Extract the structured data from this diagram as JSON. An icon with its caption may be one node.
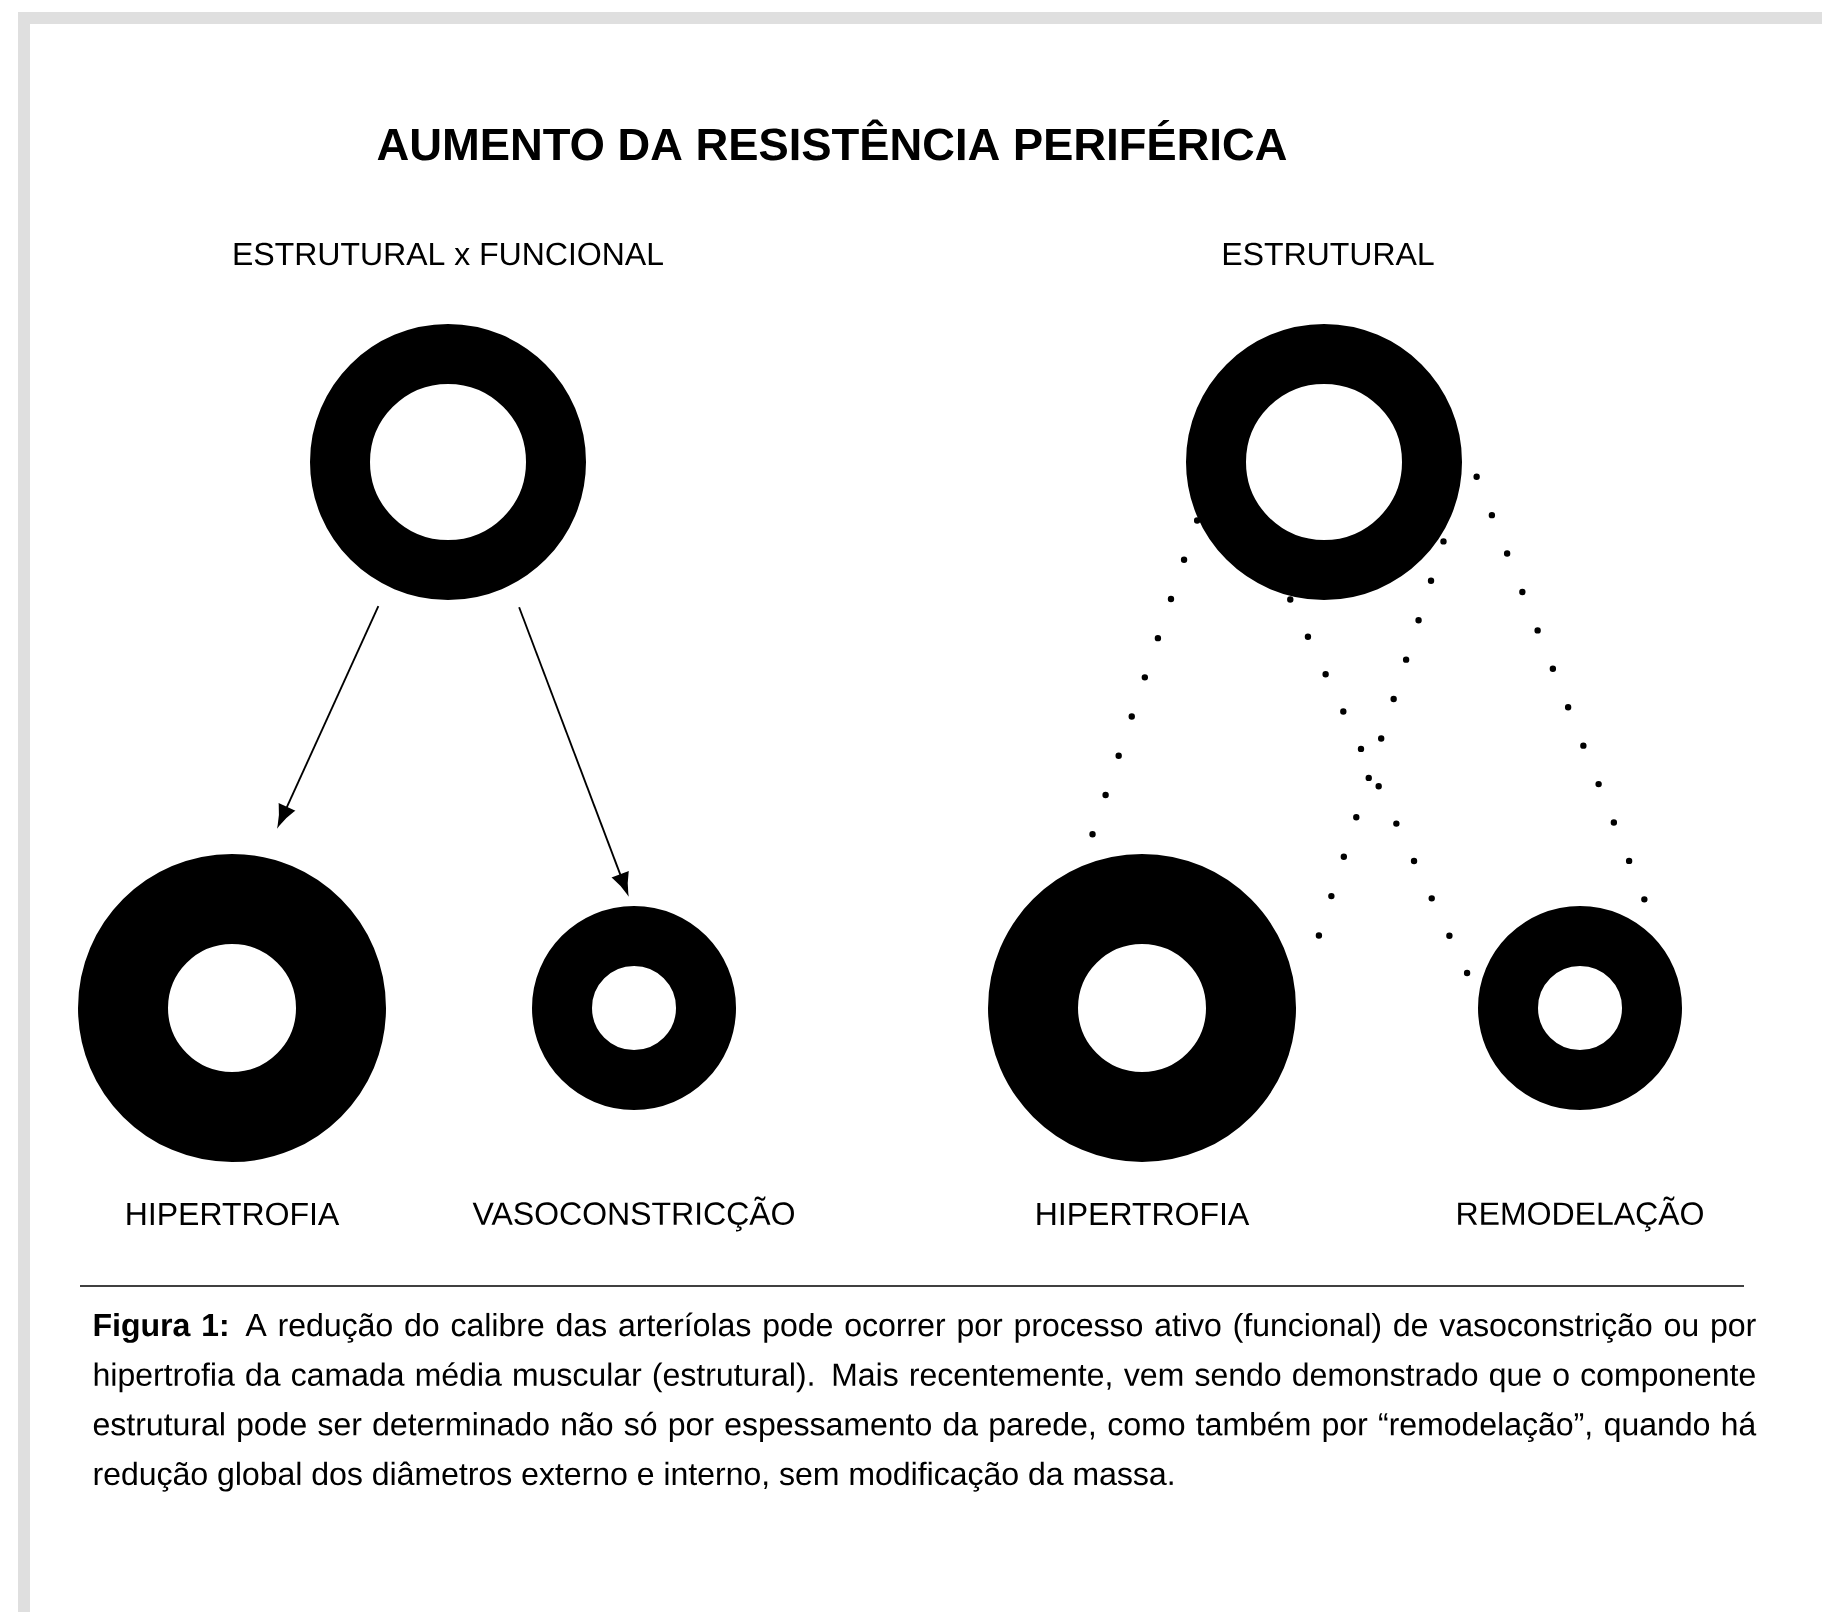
{
  "diagram": {
    "title": "AUMENTO DA RESISTÊNCIA PERIFÉRICA",
    "caption": "**Figura 1:** A redução do calibre das arteríolas pode ocorrer por processo ativo (funcional) de vasoconstrição ou por hipertrofia da camada média muscular (estrutural).  Mais recentemente, vem sendo demonstrado que o componente estrutural pode ser determinado não só por espessamento da parede, como também por “remodelação”, quando há redução global dos diâmetros externo e interno, sem modificação da massa.",
    "nodes": [
      {
        "text": [],
        "shape": "circle",
        "beside": [
          "ESTRUTURAL x FUNCIONAL"
        ]
      },
      {
        "text": [],
        "shape": "circle",
        "beside": [
          "HIPERTROFIA"
        ]
      },
      {
        "text": [],
        "shape": "circle",
        "beside": [
          "VASOCONSTRICÇÃO"
        ]
      },
      {
        "text": [],
        "shape": "circle",
        "beside": [
          "ESTRUTURAL"
        ]
      },
      {
        "text": [],
        "shape": "circle",
        "beside": [
          "HIPERTROFIA"
        ]
      },
      {
        "text": [],
        "shape": "circle",
        "beside": [
          "REMODELAÇÃO"
        ]
      }
    ],
    "edges": [
      {
        "from": 0,
        "to": 1,
        "arrow": "to"
      },
      {
        "from": 0,
        "to": 2,
        "arrow": "to"
      },
      {
        "from": 3,
        "to": 4,
        "arrow": "none",
        "style": "dashed"
      },
      {
        "from": 3,
        "to": 5,
        "arrow": "none",
        "style": "dashed"
      },
      {
        "from": 3,
        "to": 4,
        "arrow": "none",
        "style": "dashed"
      },
      {
        "from": 3,
        "to": 5,
        "arrow": "none",
        "style": "dashed"
      }
    ]
  }
}
